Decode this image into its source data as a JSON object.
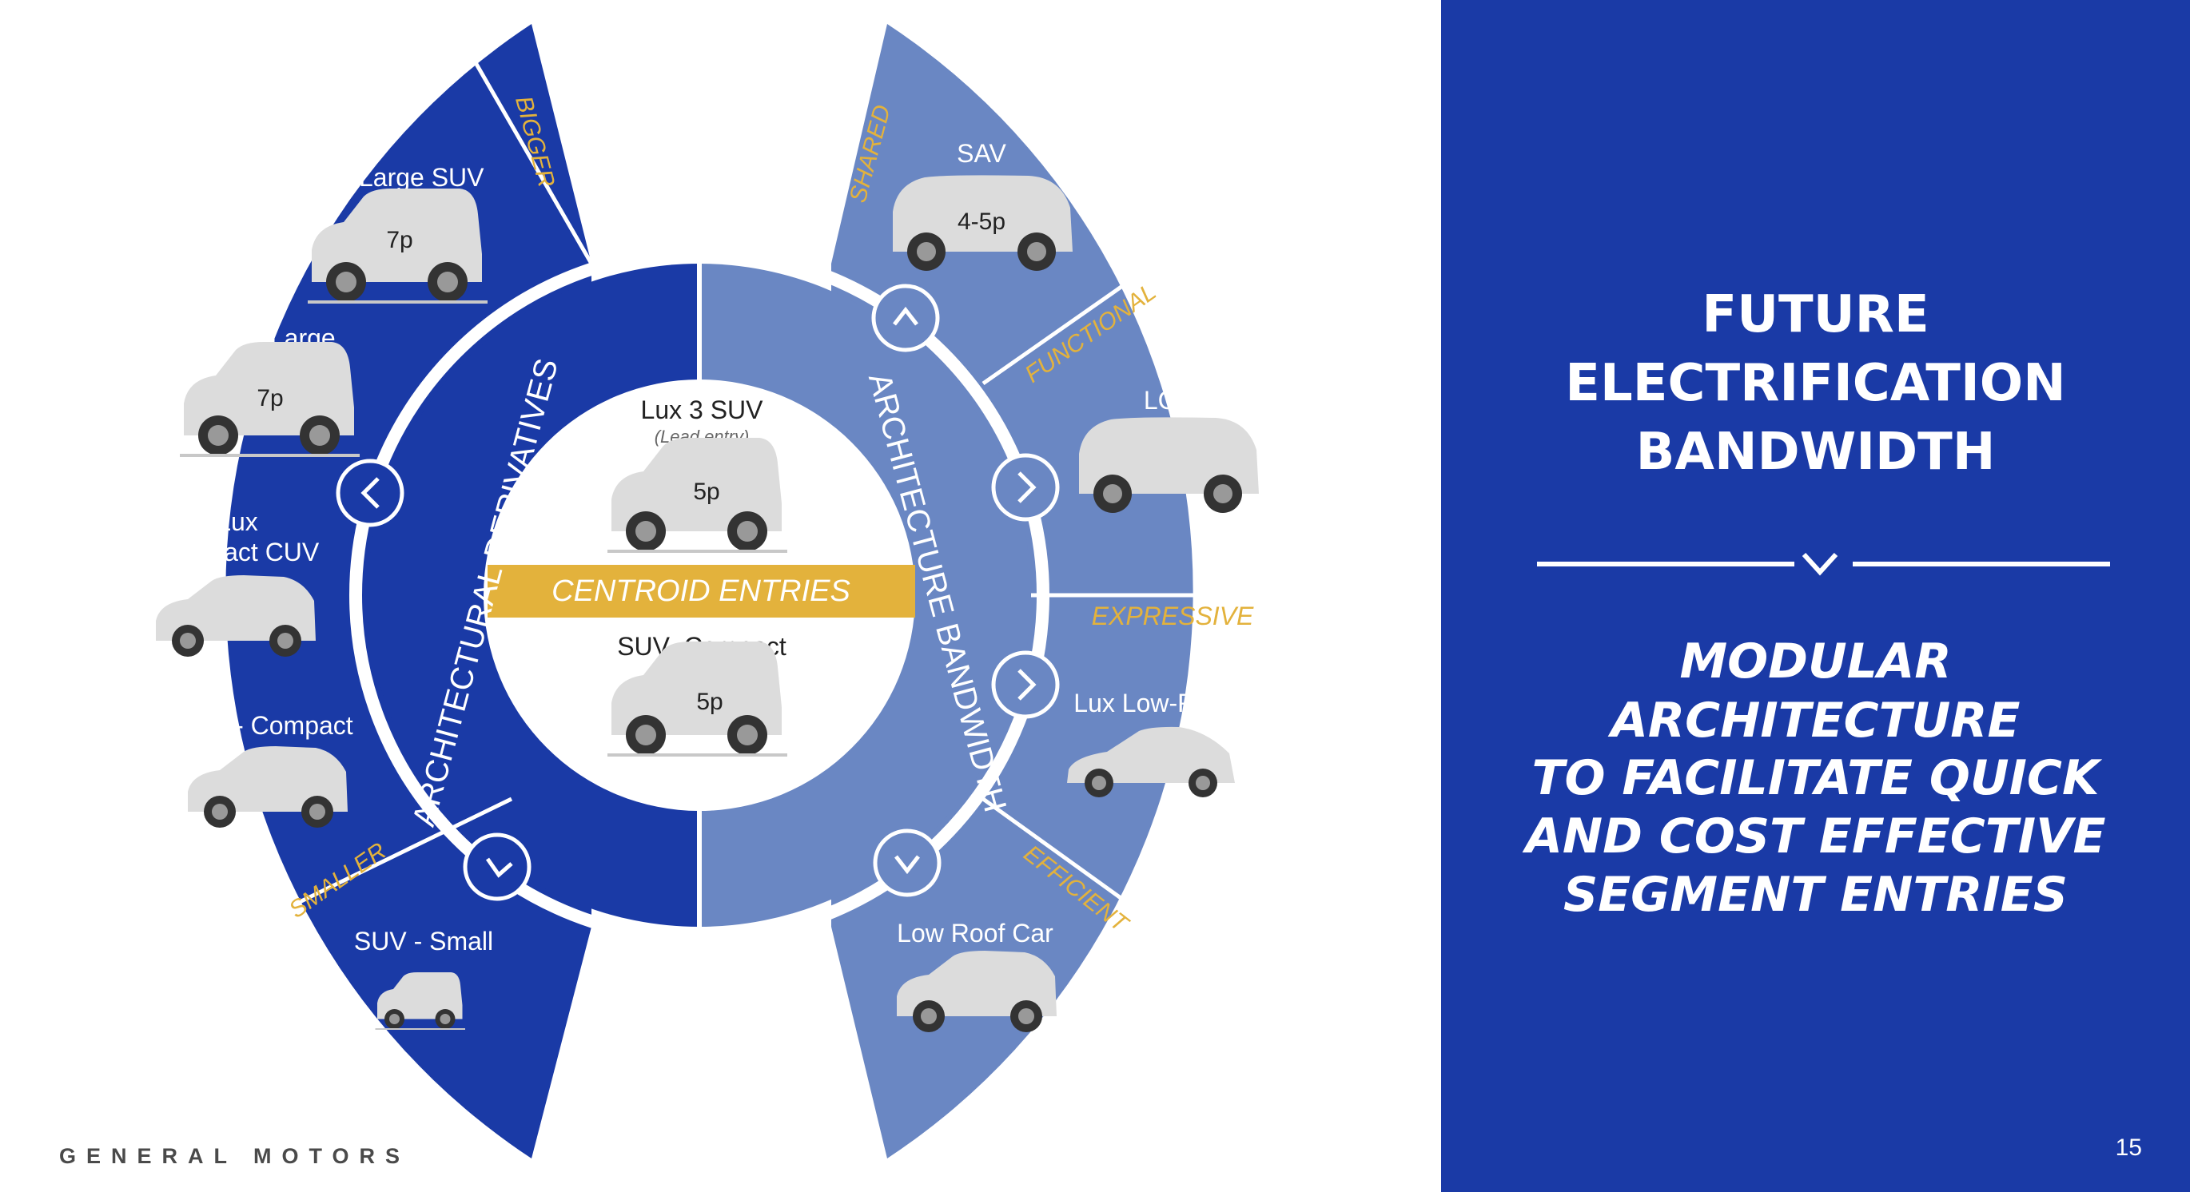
{
  "diagram": {
    "left_half_label": "ARCHITECTURAL DERIVATIVES",
    "right_half_label": "ARCHITECTURE BANDWIDTH",
    "center": {
      "band_label": "CENTROID ENTRIES",
      "top_vehicle": {
        "name": "Lux 3 SUV",
        "note": "(Lead entry)",
        "seats": "5p"
      },
      "bottom_vehicle": {
        "name": "SUV- Compact",
        "seats": "5p"
      }
    },
    "left_sectors": {
      "top_tag": "BIGGER",
      "bottom_tag": "SMALLER",
      "vehicles": [
        {
          "name": "Lux Large SUV",
          "seats": "7p"
        },
        {
          "name": "SUV- Large",
          "seats": "7p"
        },
        {
          "name_line1": "Lux",
          "name_line2": "Compact CUV"
        },
        {
          "name": "CUV- Compact"
        },
        {
          "name": "SUV - Small"
        }
      ]
    },
    "right_sectors": [
      {
        "tag": "SHARED",
        "vehicle": "SAV",
        "seats": "4-5p"
      },
      {
        "tag": "FUNCTIONAL",
        "vehicle": "LCV"
      },
      {
        "tag": "EXPRESSIVE",
        "vehicle": "Lux Low-Roof"
      },
      {
        "tag": "EFFICIENT",
        "vehicle": "Low Roof Car"
      }
    ],
    "colors": {
      "dark_blue": "#1a3aa6",
      "light_blue": "#6a87c3",
      "gold": "#e3b23c",
      "car_fill": "#dcdcdc"
    }
  },
  "panel": {
    "title_lines": [
      "FUTURE",
      "ELECTRIFICATION",
      "BANDWIDTH"
    ],
    "divider_icon": "chevron-down-icon",
    "subtitle_lines": [
      "MODULAR",
      "ARCHITECTURE",
      "TO FACILITATE QUICK",
      "AND COST EFFECTIVE",
      "SEGMENT ENTRIES"
    ],
    "page_number": "15"
  },
  "footer": {
    "brand": "GENERAL MOTORS"
  }
}
